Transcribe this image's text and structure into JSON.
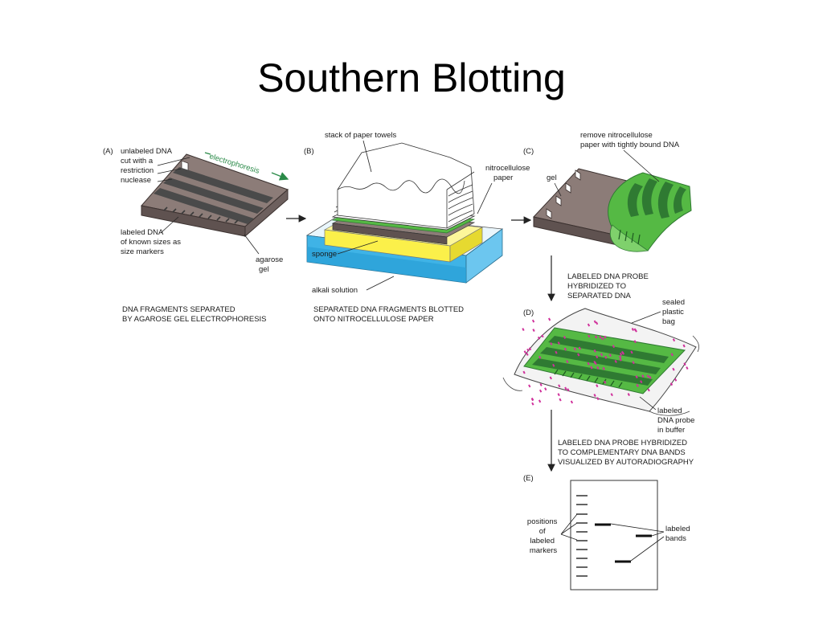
{
  "title": "Southern Blotting",
  "colors": {
    "gel": "#8c7c78",
    "gel_dark": "#5f5250",
    "band": "#4a4a4a",
    "membrane": "#55b944",
    "membrane_band": "#2f7a32",
    "sponge": "#fbf04a",
    "alkali": "#3fb3e6",
    "probe": "#d0309b",
    "electrophoresis_arrow": "#2a8a48"
  },
  "panel_a": {
    "letter": "(A)",
    "label_unlabeled": [
      "unlabeled DNA",
      "cut with a",
      "restriction",
      "nuclease"
    ],
    "label_electrophoresis": "electrophoresis",
    "label_markers": [
      "labeled DNA",
      "of known sizes as",
      "size markers"
    ],
    "label_gel": [
      "agarose",
      "gel"
    ],
    "caption": [
      "DNA FRAGMENTS SEPARATED",
      "BY AGAROSE GEL ELECTROPHORESIS"
    ]
  },
  "panel_b": {
    "letter": "(B)",
    "label_towels": "stack of paper towels",
    "label_nitro": [
      "nitrocellulose",
      "paper"
    ],
    "label_sponge": "sponge",
    "label_alkali": "alkali solution",
    "caption": [
      "SEPARATED DNA FRAGMENTS BLOTTED",
      "ONTO NITROCELLULOSE PAPER"
    ]
  },
  "panel_c": {
    "letter": "(C)",
    "label_remove": [
      "remove nitrocellulose",
      "paper with tightly bound DNA"
    ],
    "label_gel": "gel",
    "caption": [
      "LABELED DNA PROBE",
      "HYBRIDIZED TO",
      "SEPARATED DNA"
    ]
  },
  "panel_d": {
    "letter": "(D)",
    "label_bag": [
      "sealed",
      "plastic",
      "bag"
    ],
    "label_probe": [
      "labeled",
      "DNA probe",
      "in buffer"
    ],
    "caption": [
      "LABELED DNA PROBE HYBRIDIZED",
      "TO COMPLEMENTARY DNA BANDS",
      "VISUALIZED BY AUTORADIOGRAPHY"
    ]
  },
  "panel_e": {
    "letter": "(E)",
    "label_positions": [
      "positions",
      "of",
      "labeled",
      "markers"
    ],
    "label_bands": [
      "labeled",
      "bands"
    ]
  }
}
